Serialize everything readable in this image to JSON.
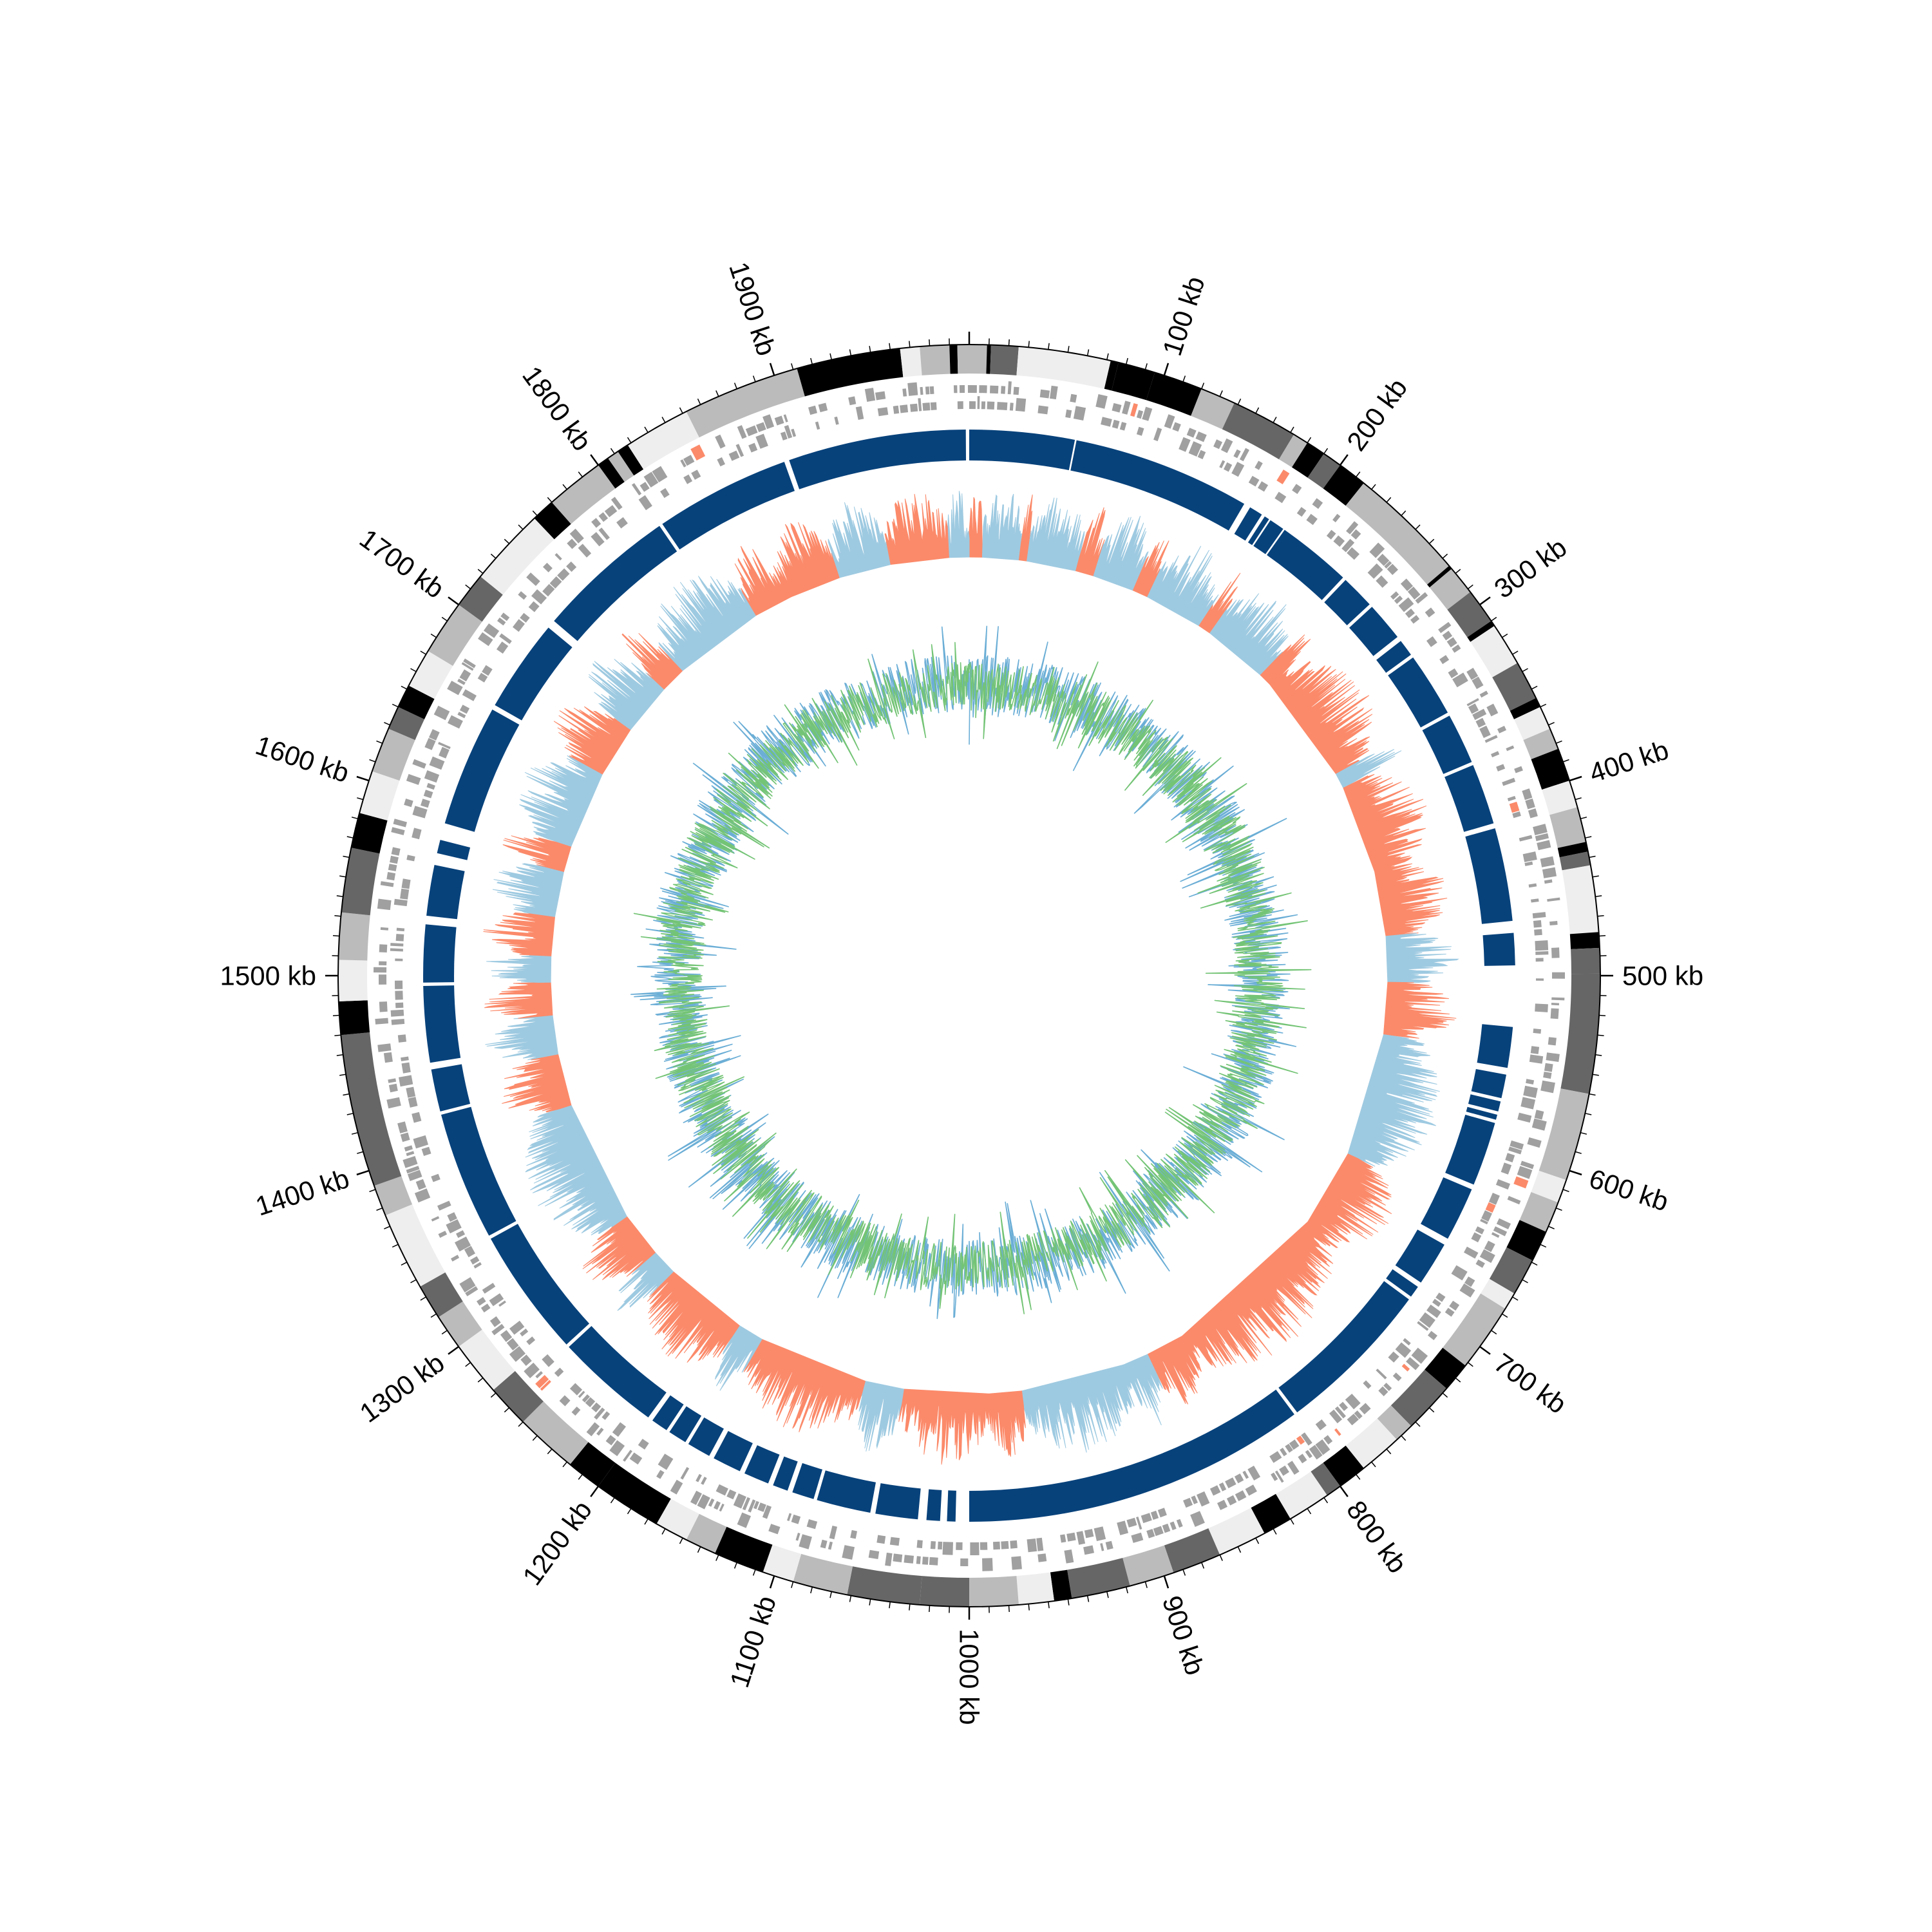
{
  "chart_data": {
    "type": "circular-genome",
    "genome_length_kb": 2000,
    "tick_labels": [
      {
        "kb": 100,
        "text": "100 kb"
      },
      {
        "kb": 200,
        "text": "200 kb"
      },
      {
        "kb": 300,
        "text": "300 kb"
      },
      {
        "kb": 400,
        "text": "400 kb"
      },
      {
        "kb": 500,
        "text": "500 kb"
      },
      {
        "kb": 600,
        "text": "600 kb"
      },
      {
        "kb": 700,
        "text": "700 kb"
      },
      {
        "kb": 800,
        "text": "800 kb"
      },
      {
        "kb": 900,
        "text": "900 kb"
      },
      {
        "kb": 1000,
        "text": "1000 kb"
      },
      {
        "kb": 1100,
        "text": "1100 kb"
      },
      {
        "kb": 1200,
        "text": "1200 kb"
      },
      {
        "kb": 1300,
        "text": "1300 kb"
      },
      {
        "kb": 1400,
        "text": "1400 kb"
      },
      {
        "kb": 1500,
        "text": "1500 kb"
      },
      {
        "kb": 1600,
        "text": "1600 kb"
      },
      {
        "kb": 1700,
        "text": "1700 kb"
      },
      {
        "kb": 1800,
        "text": "1800 kb"
      },
      {
        "kb": 1900,
        "text": "1900 kb"
      }
    ],
    "tracks": [
      {
        "name": "contigs",
        "kind": "grayscale-blocks"
      },
      {
        "name": "genes-forward",
        "kind": "gene-blocks"
      },
      {
        "name": "genes-reverse",
        "kind": "gene-blocks"
      },
      {
        "name": "synteny",
        "kind": "solid-arcs"
      },
      {
        "name": "skew",
        "kind": "area-histogram"
      },
      {
        "name": "gc-content",
        "kind": "line-spikes"
      }
    ],
    "contig_blocks": [
      {
        "start": 0,
        "end": 9,
        "shade": "#bbbbbb"
      },
      {
        "start": 9,
        "end": 11,
        "shade": "#000000"
      },
      {
        "start": 11,
        "end": 25,
        "shade": "#666666"
      },
      {
        "start": 25,
        "end": 72,
        "shade": "#eeeeee"
      },
      {
        "start": 72,
        "end": 76,
        "shade": "#000000"
      },
      {
        "start": 76,
        "end": 95,
        "shade": "#000000"
      },
      {
        "start": 95,
        "end": 120,
        "shade": "#000000"
      },
      {
        "start": 120,
        "end": 138,
        "shade": "#bbbbbb"
      },
      {
        "start": 138,
        "end": 172,
        "shade": "#666666"
      },
      {
        "start": 172,
        "end": 180,
        "shade": "#bbbbbb"
      },
      {
        "start": 180,
        "end": 190,
        "shade": "#000000"
      },
      {
        "start": 190,
        "end": 200,
        "shade": "#666666"
      },
      {
        "start": 200,
        "end": 215,
        "shade": "#000000"
      },
      {
        "start": 215,
        "end": 275,
        "shade": "#bbbbbb"
      },
      {
        "start": 275,
        "end": 277,
        "shade": "#000000"
      },
      {
        "start": 277,
        "end": 292,
        "shade": "#bbbbbb"
      },
      {
        "start": 292,
        "end": 310,
        "shade": "#666666"
      },
      {
        "start": 310,
        "end": 313,
        "shade": "#000000"
      },
      {
        "start": 313,
        "end": 335,
        "shade": "#eeeeee"
      },
      {
        "start": 335,
        "end": 355,
        "shade": "#666666"
      },
      {
        "start": 355,
        "end": 360,
        "shade": "#000000"
      },
      {
        "start": 360,
        "end": 372,
        "shade": "#eeeeee"
      },
      {
        "start": 372,
        "end": 383,
        "shade": "#bbbbbb"
      },
      {
        "start": 383,
        "end": 400,
        "shade": "#000000"
      },
      {
        "start": 400,
        "end": 414,
        "shade": "#eeeeee"
      },
      {
        "start": 414,
        "end": 432,
        "shade": "#bbbbbb"
      },
      {
        "start": 432,
        "end": 437,
        "shade": "#000000"
      },
      {
        "start": 437,
        "end": 444,
        "shade": "#666666"
      },
      {
        "start": 444,
        "end": 478,
        "shade": "#eeeeee"
      },
      {
        "start": 478,
        "end": 486,
        "shade": "#000000"
      },
      {
        "start": 486,
        "end": 499,
        "shade": "#666666"
      },
      {
        "start": 499,
        "end": 560,
        "shade": "#666666"
      },
      {
        "start": 560,
        "end": 605,
        "shade": "#bbbbbb"
      },
      {
        "start": 605,
        "end": 617,
        "shade": "#eeeeee"
      },
      {
        "start": 617,
        "end": 633,
        "shade": "#bbbbbb"
      },
      {
        "start": 633,
        "end": 649,
        "shade": "#000000"
      },
      {
        "start": 649,
        "end": 668,
        "shade": "#666666"
      },
      {
        "start": 668,
        "end": 677,
        "shade": "#eeeeee"
      },
      {
        "start": 677,
        "end": 712,
        "shade": "#bbbbbb"
      },
      {
        "start": 712,
        "end": 727,
        "shade": "#000000"
      },
      {
        "start": 727,
        "end": 753,
        "shade": "#666666"
      },
      {
        "start": 753,
        "end": 763,
        "shade": "#bbbbbb"
      },
      {
        "start": 763,
        "end": 785,
        "shade": "#eeeeee"
      },
      {
        "start": 785,
        "end": 800,
        "shade": "#000000"
      },
      {
        "start": 800,
        "end": 808,
        "shade": "#666666"
      },
      {
        "start": 808,
        "end": 830,
        "shade": "#eeeeee"
      },
      {
        "start": 830,
        "end": 845,
        "shade": "#000000"
      },
      {
        "start": 845,
        "end": 870,
        "shade": "#eeeeee"
      },
      {
        "start": 870,
        "end": 895,
        "shade": "#666666"
      },
      {
        "start": 895,
        "end": 918,
        "shade": "#bbbbbb"
      },
      {
        "start": 918,
        "end": 948,
        "shade": "#666666"
      },
      {
        "start": 948,
        "end": 957,
        "shade": "#000000"
      },
      {
        "start": 957,
        "end": 975,
        "shade": "#eeeeee"
      },
      {
        "start": 975,
        "end": 1000,
        "shade": "#bbbbbb"
      },
      {
        "start": 1000,
        "end": 1025,
        "shade": "#666666"
      },
      {
        "start": 1025,
        "end": 1062,
        "shade": "#666666"
      },
      {
        "start": 1062,
        "end": 1090,
        "shade": "#bbbbbb"
      },
      {
        "start": 1090,
        "end": 1106,
        "shade": "#eeeeee"
      },
      {
        "start": 1106,
        "end": 1132,
        "shade": "#000000"
      },
      {
        "start": 1132,
        "end": 1148,
        "shade": "#bbbbbb"
      },
      {
        "start": 1148,
        "end": 1165,
        "shade": "#eeeeee"
      },
      {
        "start": 1165,
        "end": 1200,
        "shade": "#000000"
      },
      {
        "start": 1200,
        "end": 1218,
        "shade": "#000000"
      },
      {
        "start": 1218,
        "end": 1250,
        "shade": "#bbbbbb"
      },
      {
        "start": 1250,
        "end": 1272,
        "shade": "#666666"
      },
      {
        "start": 1272,
        "end": 1300,
        "shade": "#eeeeee"
      },
      {
        "start": 1300,
        "end": 1318,
        "shade": "#bbbbbb"
      },
      {
        "start": 1318,
        "end": 1336,
        "shade": "#666666"
      },
      {
        "start": 1336,
        "end": 1376,
        "shade": "#eeeeee"
      },
      {
        "start": 1376,
        "end": 1392,
        "shade": "#bbbbbb"
      },
      {
        "start": 1392,
        "end": 1470,
        "shade": "#666666"
      },
      {
        "start": 1470,
        "end": 1487,
        "shade": "#000000"
      },
      {
        "start": 1487,
        "end": 1508,
        "shade": "#eeeeee"
      },
      {
        "start": 1508,
        "end": 1532,
        "shade": "#bbbbbb"
      },
      {
        "start": 1532,
        "end": 1565,
        "shade": "#666666"
      },
      {
        "start": 1565,
        "end": 1583,
        "shade": "#000000"
      },
      {
        "start": 1583,
        "end": 1605,
        "shade": "#eeeeee"
      },
      {
        "start": 1605,
        "end": 1628,
        "shade": "#bbbbbb"
      },
      {
        "start": 1628,
        "end": 1640,
        "shade": "#666666"
      },
      {
        "start": 1640,
        "end": 1652,
        "shade": "#000000"
      },
      {
        "start": 1652,
        "end": 1672,
        "shade": "#eeeeee"
      },
      {
        "start": 1672,
        "end": 1700,
        "shade": "#bbbbbb"
      },
      {
        "start": 1700,
        "end": 1718,
        "shade": "#666666"
      },
      {
        "start": 1718,
        "end": 1758,
        "shade": "#eeeeee"
      },
      {
        "start": 1758,
        "end": 1770,
        "shade": "#000000"
      },
      {
        "start": 1770,
        "end": 1800,
        "shade": "#bbbbbb"
      },
      {
        "start": 1800,
        "end": 1806,
        "shade": "#000000"
      },
      {
        "start": 1806,
        "end": 1812,
        "shade": "#bbbbbb"
      },
      {
        "start": 1812,
        "end": 1818,
        "shade": "#000000"
      },
      {
        "start": 1818,
        "end": 1852,
        "shade": "#eeeeee"
      },
      {
        "start": 1852,
        "end": 1912,
        "shade": "#bbbbbb"
      },
      {
        "start": 1912,
        "end": 1965,
        "shade": "#000000"
      },
      {
        "start": 1965,
        "end": 1975,
        "shade": "#eeeeee"
      },
      {
        "start": 1975,
        "end": 1990,
        "shade": "#bbbbbb"
      },
      {
        "start": 1990,
        "end": 1994,
        "shade": "#000000"
      },
      {
        "start": 1994,
        "end": 2000,
        "shade": "#bbbbbb"
      }
    ],
    "synteny_blocks": [
      [
        0,
        62
      ],
      [
        63,
        168
      ],
      [
        172,
        180
      ],
      [
        182,
        185
      ],
      [
        186,
        195
      ],
      [
        196,
        240
      ],
      [
        242,
        262
      ],
      [
        264,
        287
      ],
      [
        290,
        300
      ],
      [
        302,
        340
      ],
      [
        342,
        372
      ],
      [
        374,
        410
      ],
      [
        413,
        468
      ],
      [
        475,
        494
      ],
      [
        530,
        554
      ],
      [
        558,
        572
      ],
      [
        574,
        580
      ],
      [
        582,
        585
      ],
      [
        587,
        625
      ],
      [
        628,
        660
      ],
      [
        664,
        690
      ],
      [
        693,
        700
      ],
      [
        702,
        795
      ],
      [
        797,
        1000
      ],
      [
        1008,
        1013
      ],
      [
        1017,
        1025
      ],
      [
        1030,
        1055
      ],
      [
        1058,
        1090
      ],
      [
        1092,
        1105
      ],
      [
        1108,
        1117
      ],
      [
        1120,
        1135
      ],
      [
        1138,
        1155
      ],
      [
        1158,
        1172
      ],
      [
        1174,
        1185
      ],
      [
        1187,
        1197
      ],
      [
        1200,
        1262
      ],
      [
        1264,
        1340
      ],
      [
        1342,
        1418
      ],
      [
        1420,
        1445
      ],
      [
        1449,
        1494
      ],
      [
        1496,
        1530
      ],
      [
        1535,
        1565
      ],
      [
        1572,
        1580
      ],
      [
        1590,
        1662
      ],
      [
        1665,
        1720
      ],
      [
        1725,
        1808
      ],
      [
        1810,
        1890
      ],
      [
        1893,
        1998
      ]
    ],
    "skew_regions": [
      {
        "start": 0,
        "end": 10,
        "sign": "neg"
      },
      {
        "start": 10,
        "end": 38,
        "sign": "pos"
      },
      {
        "start": 38,
        "end": 44,
        "sign": "neg"
      },
      {
        "start": 44,
        "end": 82,
        "sign": "pos"
      },
      {
        "start": 82,
        "end": 96,
        "sign": "neg"
      },
      {
        "start": 96,
        "end": 128,
        "sign": "pos"
      },
      {
        "start": 128,
        "end": 140,
        "sign": "neg"
      },
      {
        "start": 140,
        "end": 185,
        "sign": "pos"
      },
      {
        "start": 185,
        "end": 195,
        "sign": "neg"
      },
      {
        "start": 195,
        "end": 245,
        "sign": "pos"
      },
      {
        "start": 245,
        "end": 255,
        "sign": "neg"
      },
      {
        "start": 255,
        "end": 340,
        "sign": "neg"
      },
      {
        "start": 340,
        "end": 352,
        "sign": "pos"
      },
      {
        "start": 352,
        "end": 420,
        "sign": "neg"
      },
      {
        "start": 420,
        "end": 470,
        "sign": "neg"
      },
      {
        "start": 470,
        "end": 505,
        "sign": "pos"
      },
      {
        "start": 505,
        "end": 545,
        "sign": "neg"
      },
      {
        "start": 545,
        "end": 640,
        "sign": "pos"
      },
      {
        "start": 640,
        "end": 700,
        "sign": "neg"
      },
      {
        "start": 700,
        "end": 830,
        "sign": "neg"
      },
      {
        "start": 830,
        "end": 860,
        "sign": "neg"
      },
      {
        "start": 860,
        "end": 880,
        "sign": "pos"
      },
      {
        "start": 880,
        "end": 960,
        "sign": "pos"
      },
      {
        "start": 960,
        "end": 985,
        "sign": "neg"
      },
      {
        "start": 985,
        "end": 1050,
        "sign": "neg"
      },
      {
        "start": 1050,
        "end": 1080,
        "sign": "pos"
      },
      {
        "start": 1080,
        "end": 1165,
        "sign": "neg"
      },
      {
        "start": 1165,
        "end": 1185,
        "sign": "pos"
      },
      {
        "start": 1185,
        "end": 1250,
        "sign": "neg"
      },
      {
        "start": 1250,
        "end": 1270,
        "sign": "pos"
      },
      {
        "start": 1270,
        "end": 1305,
        "sign": "neg"
      },
      {
        "start": 1305,
        "end": 1400,
        "sign": "pos"
      },
      {
        "start": 1400,
        "end": 1440,
        "sign": "neg"
      },
      {
        "start": 1440,
        "end": 1470,
        "sign": "pos"
      },
      {
        "start": 1470,
        "end": 1495,
        "sign": "neg"
      },
      {
        "start": 1495,
        "end": 1515,
        "sign": "pos"
      },
      {
        "start": 1515,
        "end": 1545,
        "sign": "neg"
      },
      {
        "start": 1545,
        "end": 1580,
        "sign": "pos"
      },
      {
        "start": 1580,
        "end": 1600,
        "sign": "neg"
      },
      {
        "start": 1600,
        "end": 1660,
        "sign": "pos"
      },
      {
        "start": 1660,
        "end": 1700,
        "sign": "neg"
      },
      {
        "start": 1700,
        "end": 1740,
        "sign": "pos"
      },
      {
        "start": 1740,
        "end": 1760,
        "sign": "neg"
      },
      {
        "start": 1760,
        "end": 1830,
        "sign": "pos"
      },
      {
        "start": 1830,
        "end": 1860,
        "sign": "neg"
      },
      {
        "start": 1860,
        "end": 1900,
        "sign": "neg"
      },
      {
        "start": 1900,
        "end": 1940,
        "sign": "pos"
      },
      {
        "start": 1940,
        "end": 1985,
        "sign": "neg"
      },
      {
        "start": 1985,
        "end": 2000,
        "sign": "pos"
      }
    ]
  },
  "colors": {
    "synteny": "#08427b",
    "skew_pos": "#9ecae1",
    "skew_neg": "#fb8a6a",
    "gc_green": "#74c476",
    "gc_blue": "#6baed6",
    "gene_gray": "#a0a0a0",
    "gene_rna": "#fb8a6a",
    "axis": "#000000"
  }
}
